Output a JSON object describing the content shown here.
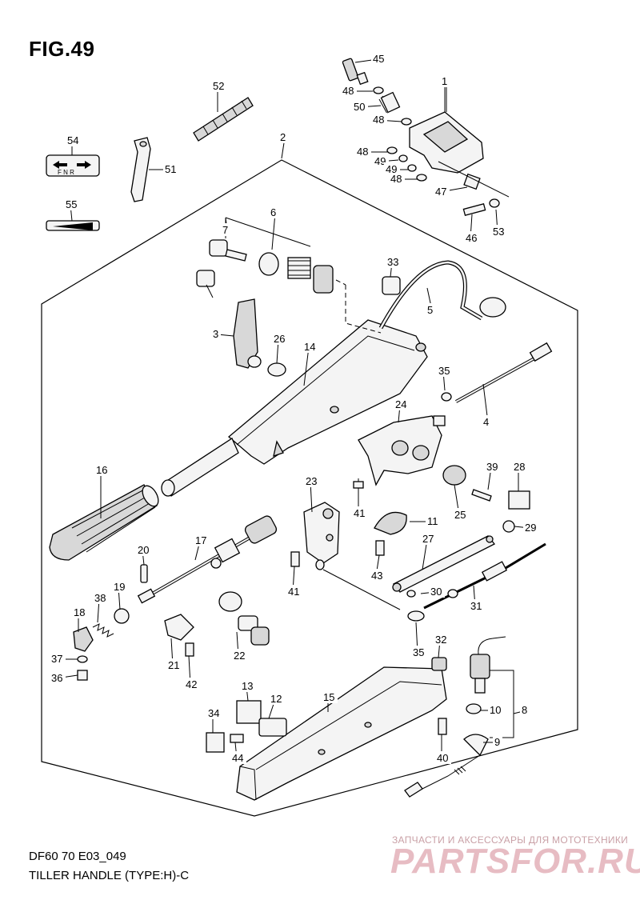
{
  "header": {
    "fig_label": "FIG.49"
  },
  "footer": {
    "model_code": "DF60 70 E03_049",
    "diagram_name": "TILLER HANDLE (TYPE:H)-C"
  },
  "watermark": {
    "tagline": "ЗАПЧАСТИ И АКСЕССУАРЫ ДЛЯ МОТОТЕХНИКИ",
    "brand": "PARTSFOR.RU",
    "color": "#e7bcc3"
  },
  "switch_plate": {
    "markings": "F N R"
  },
  "parts": [
    {
      "id": "1",
      "label": "1"
    },
    {
      "id": "2",
      "label": "2"
    },
    {
      "id": "3",
      "label": "3"
    },
    {
      "id": "4",
      "label": "4"
    },
    {
      "id": "5",
      "label": "5"
    },
    {
      "id": "6",
      "label": "6"
    },
    {
      "id": "7",
      "label": "7"
    },
    {
      "id": "8",
      "label": "8"
    },
    {
      "id": "9",
      "label": "9"
    },
    {
      "id": "10",
      "label": "10"
    },
    {
      "id": "11",
      "label": "11"
    },
    {
      "id": "12",
      "label": "12"
    },
    {
      "id": "13",
      "label": "13"
    },
    {
      "id": "14",
      "label": "14"
    },
    {
      "id": "15",
      "label": "15"
    },
    {
      "id": "16",
      "label": "16"
    },
    {
      "id": "17",
      "label": "17"
    },
    {
      "id": "18",
      "label": "18"
    },
    {
      "id": "19",
      "label": "19"
    },
    {
      "id": "20",
      "label": "20"
    },
    {
      "id": "21",
      "label": "21"
    },
    {
      "id": "22",
      "label": "22"
    },
    {
      "id": "23",
      "label": "23"
    },
    {
      "id": "24",
      "label": "24"
    },
    {
      "id": "25",
      "label": "25"
    },
    {
      "id": "26",
      "label": "26"
    },
    {
      "id": "27",
      "label": "27"
    },
    {
      "id": "28",
      "label": "28"
    },
    {
      "id": "29",
      "label": "29"
    },
    {
      "id": "30",
      "label": "30"
    },
    {
      "id": "31",
      "label": "31"
    },
    {
      "id": "32",
      "label": "32"
    },
    {
      "id": "33",
      "label": "33"
    },
    {
      "id": "34",
      "label": "34"
    },
    {
      "id": "35a",
      "label": "35"
    },
    {
      "id": "35b",
      "label": "35"
    },
    {
      "id": "36",
      "label": "36"
    },
    {
      "id": "37",
      "label": "37"
    },
    {
      "id": "38",
      "label": "38"
    },
    {
      "id": "39",
      "label": "39"
    },
    {
      "id": "40",
      "label": "40"
    },
    {
      "id": "41a",
      "label": "41"
    },
    {
      "id": "41b",
      "label": "41"
    },
    {
      "id": "42",
      "label": "42"
    },
    {
      "id": "43",
      "label": "43"
    },
    {
      "id": "44",
      "label": "44"
    },
    {
      "id": "45",
      "label": "45"
    },
    {
      "id": "46",
      "label": "46"
    },
    {
      "id": "47",
      "label": "47"
    },
    {
      "id": "48a",
      "label": "48"
    },
    {
      "id": "48b",
      "label": "48"
    },
    {
      "id": "48c",
      "label": "48"
    },
    {
      "id": "48d",
      "label": "48"
    },
    {
      "id": "49a",
      "label": "49"
    },
    {
      "id": "49b",
      "label": "49"
    },
    {
      "id": "50",
      "label": "50"
    },
    {
      "id": "51",
      "label": "51"
    },
    {
      "id": "52",
      "label": "52"
    },
    {
      "id": "53",
      "label": "53"
    },
    {
      "id": "54",
      "label": "54"
    },
    {
      "id": "55",
      "label": "55"
    }
  ]
}
